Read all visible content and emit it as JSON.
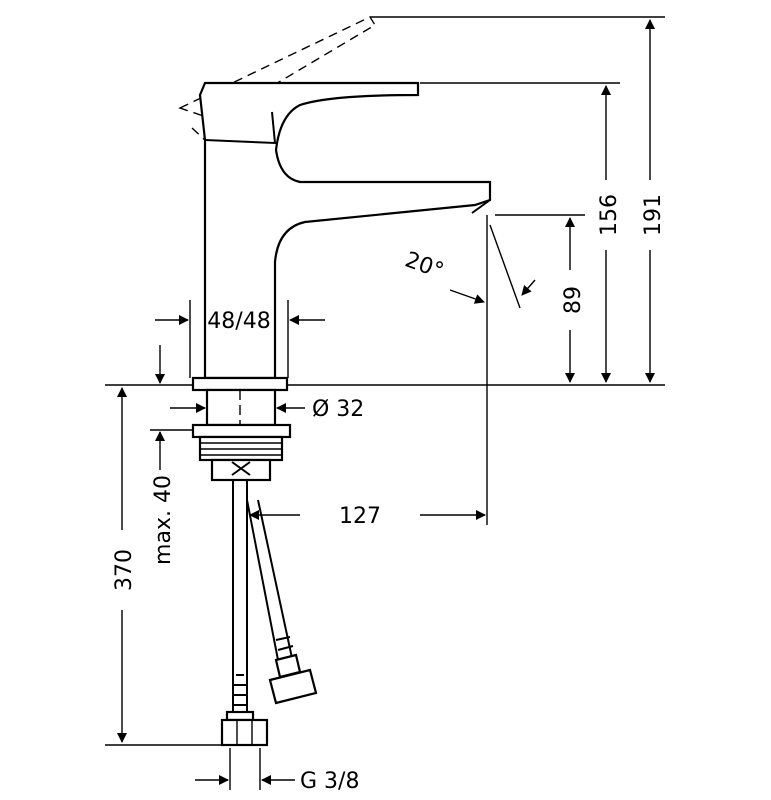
{
  "drawing": {
    "dimensions": {
      "body_width": "48/48",
      "shank_diameter": "Ø 32",
      "spout_angle": "20°",
      "spout_height": "89",
      "lever_height": "156",
      "total_height": "191",
      "projection": "127",
      "max_deck_thickness": "max. 40",
      "hose_length": "370",
      "connection_thread": "G 3/8"
    },
    "colors": {
      "line": "#000000",
      "background": "#ffffff"
    }
  }
}
